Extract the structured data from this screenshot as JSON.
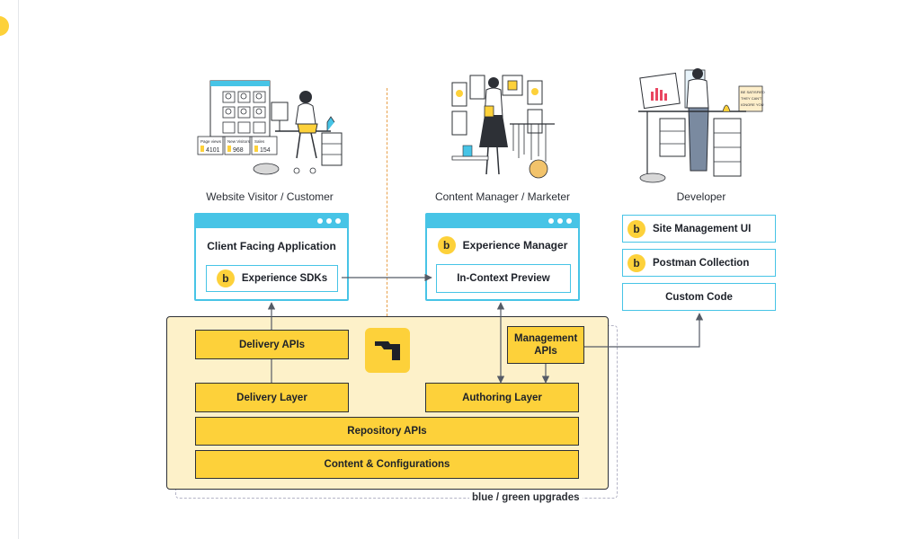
{
  "personas": {
    "visitor": {
      "label": "Website Visitor / Customer"
    },
    "marketer": {
      "label": "Content Manager / Marketer"
    },
    "developer": {
      "label": "Developer"
    }
  },
  "client_app": {
    "title": "Client Facing Application",
    "sdk_label": "Experience SDKs"
  },
  "experience_manager": {
    "title": "Experience Manager",
    "preview_label": "In-Context Preview"
  },
  "developer_tools": {
    "site_management": "Site Management UI",
    "postman": "Postman Collection",
    "custom_code": "Custom Code"
  },
  "platform": {
    "delivery_apis": "Delivery APIs",
    "delivery_layer": "Delivery Layer",
    "management_apis": "Management APIs",
    "authoring_layer": "Authoring Layer",
    "repository_apis": "Repository APIs",
    "content_configurations": "Content & Configurations",
    "upgrades_label": "blue / green upgrades"
  },
  "brand": {
    "logo_letter": "b",
    "accent_yellow": "#fdd13a",
    "accent_blue": "#47c4e6"
  },
  "illustration_text": {
    "stats": [
      {
        "label": "Page views",
        "value": "4101"
      },
      {
        "label": "New Visitors",
        "value": "968"
      },
      {
        "label": "Sales",
        "value": "154"
      }
    ],
    "poster": [
      "BE SATISFIED",
      "THEY CAN'T",
      "IGNORE YOU"
    ]
  }
}
